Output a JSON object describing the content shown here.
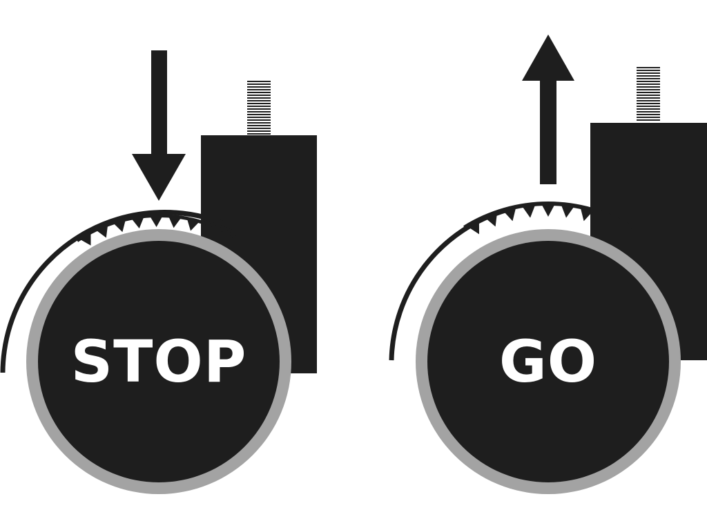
{
  "panels": [
    {
      "id": "stop",
      "label": "STOP",
      "arrow": "down",
      "state": "locked"
    },
    {
      "id": "go",
      "label": "GO",
      "arrow": "up",
      "state": "free"
    }
  ],
  "colors": {
    "ink": "#1e1e1e",
    "tire": "#a3a3a3",
    "label": "#ffffff",
    "background": "#ffffff"
  }
}
